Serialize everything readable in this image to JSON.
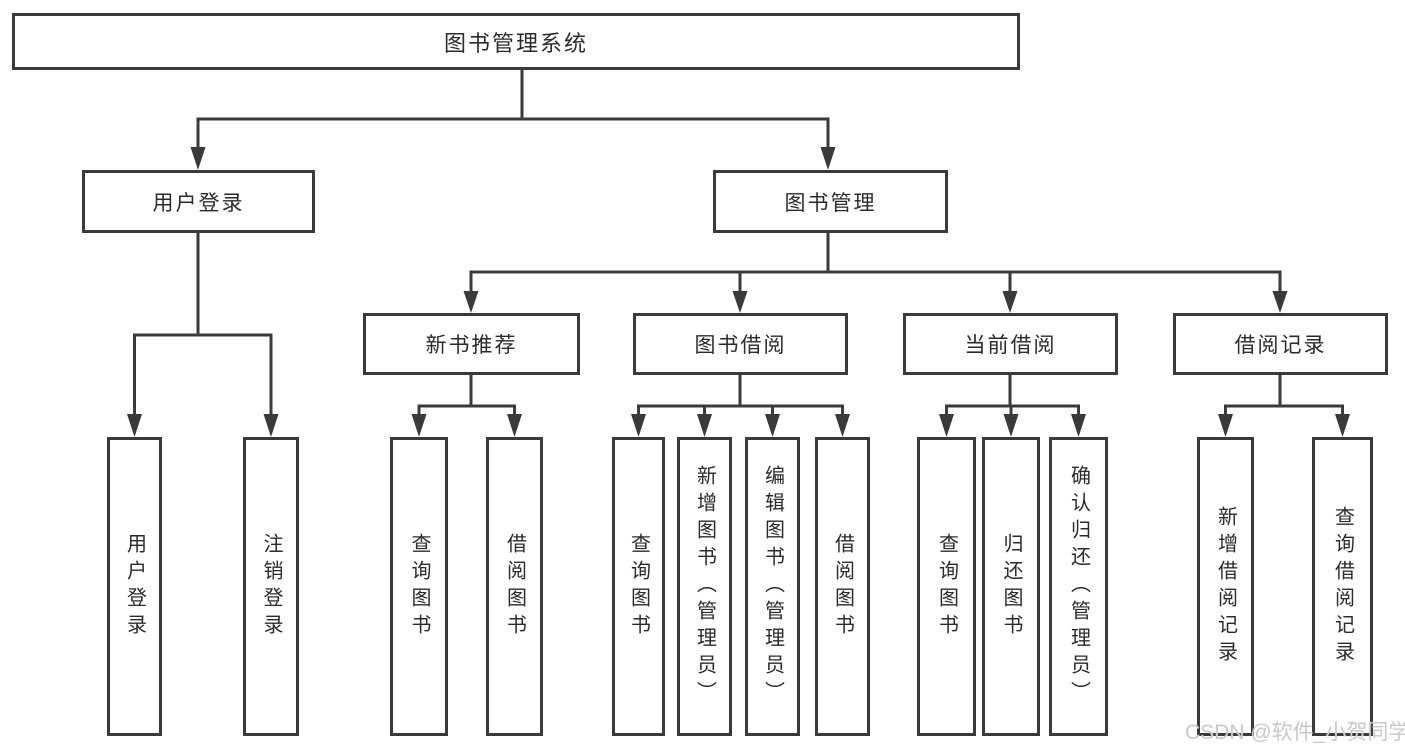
{
  "diagram_type": "hierarchy-tree",
  "tree": {
    "label": "图书管理系统",
    "children": [
      {
        "label": "用户登录",
        "children": [
          {
            "label": "用户登录"
          },
          {
            "label": "注销登录"
          }
        ]
      },
      {
        "label": "图书管理",
        "children": [
          {
            "label": "新书推荐",
            "children": [
              {
                "label": "查询图书"
              },
              {
                "label": "借阅图书"
              }
            ]
          },
          {
            "label": "图书借阅",
            "children": [
              {
                "label": "查询图书"
              },
              {
                "label": "新增图书（管理员）"
              },
              {
                "label": "编辑图书（管理员）"
              },
              {
                "label": "借阅图书"
              }
            ]
          },
          {
            "label": "当前借阅",
            "children": [
              {
                "label": "查询图书"
              },
              {
                "label": "归还图书"
              },
              {
                "label": "确认归还（管理员）"
              }
            ]
          },
          {
            "label": "借阅记录",
            "children": [
              {
                "label": "新增借阅记录"
              },
              {
                "label": "查询借阅记录"
              }
            ]
          }
        ]
      }
    ]
  },
  "watermark": {
    "text": "CSDN @软件_小贺同学"
  },
  "colors": {
    "background": "#ffffff",
    "line": "#3a3a3a",
    "box_border": "#3a3a3a",
    "text": "#2b2b2b",
    "watermark": "#c9c9c9"
  }
}
